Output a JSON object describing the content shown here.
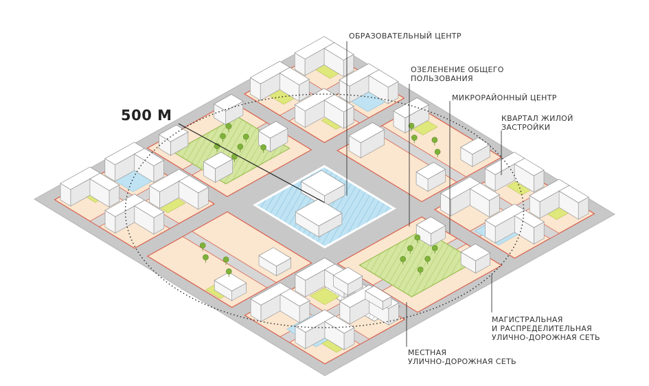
{
  "scale_label": "500 М",
  "labels": {
    "education": "ОБРАЗОВАТЕЛЬНЫЙ ЦЕНТР",
    "greening": [
      "ОЗЕЛЕНЕНИЕ ОБЩЕГО",
      "ПОЛЬЗОВАНИЯ"
    ],
    "micro_center": "МИКРОРАЙОННЫЙ ЦЕНТР",
    "residential": [
      "КВАРТАЛ ЖИЛОЙ",
      "ЗАСТРОЙКИ"
    ],
    "main_network": [
      "МАГИСТРАЛЬНАЯ",
      "И РАСПРЕДЕЛИТЕЛЬНАЯ",
      "УЛИЧНО-ДОРОЖНАЯ СЕТЬ"
    ],
    "local_network": [
      "МЕСТНАЯ",
      "УЛИЧНО-ДОРОЖНАЯ СЕТЬ"
    ]
  },
  "colors": {
    "road": "#c8c8c8",
    "block_fill": "#fbe6cf",
    "block_border": "#d9604f",
    "green": "#c8dd8c",
    "water": "#bfe3f3",
    "building": "#ffffff"
  }
}
